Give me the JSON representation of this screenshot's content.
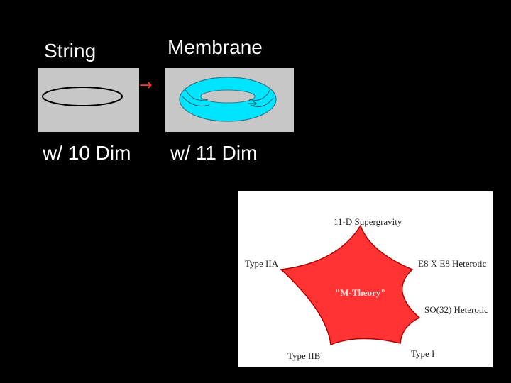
{
  "labels": {
    "string": "String",
    "membrane": "Membrane",
    "dim10": "w/ 10 Dim",
    "dim11": "w/ 11 Dim"
  },
  "arrow": "→",
  "diagram": {
    "top": "11-D Supergravity",
    "upper_left": "Type IIA",
    "upper_right": "E8 X E8 Heterotic",
    "right": "SO(32) Heterotic",
    "bottom_left": "Type IIB",
    "bottom_right": "Type I",
    "center": "\"M-Theory\""
  },
  "colors": {
    "background": "#000000",
    "text": "#ffffff",
    "panel": "#c7c7c7",
    "torus": "#00e5ff",
    "arrow": "#ff3b3b",
    "star": "#ff3333"
  }
}
